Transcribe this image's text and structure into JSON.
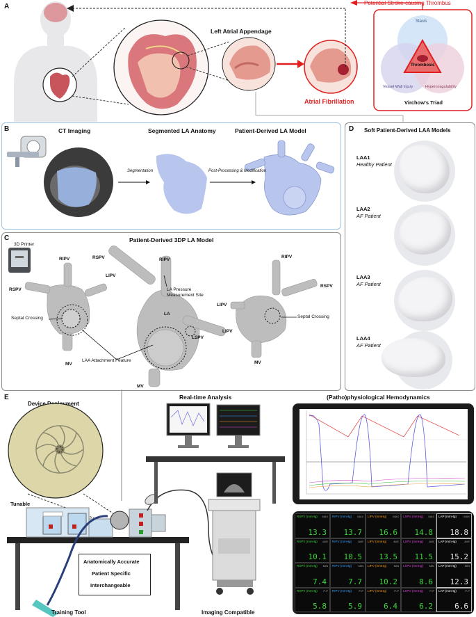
{
  "panel_a": {
    "letter": "A",
    "thrombus_label": "Potential Stroke-causing Thrombus",
    "laa_label": "Left Atrial Appendage",
    "af_label": "Atrial Fibrillation",
    "virchow": {
      "stasis": "Stasis",
      "thrombosis": "Thrombosis",
      "vessel": "Vessel Wall Injury",
      "hyper": "Hypercoagulability",
      "title": "Virchow's Triad"
    }
  },
  "panel_b": {
    "letter": "B",
    "ct_title": "CT Imaging",
    "seg_title": "Segmented LA Anatomy",
    "model_title": "Patient-Derived LA Model",
    "step1": "Segmentation",
    "step2": "Post-Processing & Modification"
  },
  "panel_c": {
    "letter": "C",
    "title": "Patient-Derived 3DP LA Model",
    "printer": "3D Printer",
    "labels": {
      "ripv": "RIPV",
      "rspv": "RSPV",
      "lipv": "LIPV",
      "lspv": "LSPV",
      "la": "LA",
      "mv": "MV",
      "septal": "Septal Crossing",
      "laa_attach": "LAA Attachment Feature",
      "pressure1": "LA Pressure",
      "pressure2": "Measurement Site"
    }
  },
  "panel_d": {
    "letter": "D",
    "title": "Soft Patient-Derived LAA Models",
    "models": [
      {
        "name": "LAA1",
        "desc": "Healthy Patient"
      },
      {
        "name": "LAA2",
        "desc": "AF Patient"
      },
      {
        "name": "LAA3",
        "desc": "AF Patient"
      },
      {
        "name": "LAA4",
        "desc": "AF Patient"
      }
    ]
  },
  "panel_e": {
    "letter": "E",
    "device": "Device Deployment",
    "realtime": "Real-time Analysis",
    "hemo": "(Patho)physiological Hemodynamics",
    "tunable": "Tunable",
    "features": [
      "Anatomically Accurate",
      "Patient Specific",
      "Interchangeable"
    ],
    "training": "Training Tool",
    "imaging": "Imaging Compatible"
  },
  "monitor": {
    "columns": [
      "RSPV (mmHg)",
      "RIPV (mmHg)",
      "LIPV (mmHg)",
      "LSPV (mmHg)",
      "LAP (mmHg)"
    ],
    "rows": [
      {
        "unit": "MAX",
        "values": [
          "13.3",
          "13.7",
          "16.6",
          "14.8",
          "18.8"
        ]
      },
      {
        "unit": "AVE",
        "values": [
          "10.1",
          "10.5",
          "13.5",
          "11.5",
          "15.2"
        ]
      },
      {
        "unit": "MIN",
        "values": [
          "7.4",
          "7.7",
          "10.2",
          "8.6",
          "12.3"
        ]
      },
      {
        "unit": "P-P",
        "values": [
          "5.8",
          "5.9",
          "6.4",
          "6.2",
          "6.6"
        ]
      }
    ],
    "colors": [
      "#3cd43c",
      "#3aa0ff",
      "#ff9a1a",
      "#e040e0",
      "#ffffff"
    ]
  },
  "colors": {
    "red": "#e02020",
    "blue_border": "#9cc3e2",
    "grey_border": "#888888",
    "la_model": "#b8c6ee",
    "printed_model": "#b8b8b8"
  }
}
